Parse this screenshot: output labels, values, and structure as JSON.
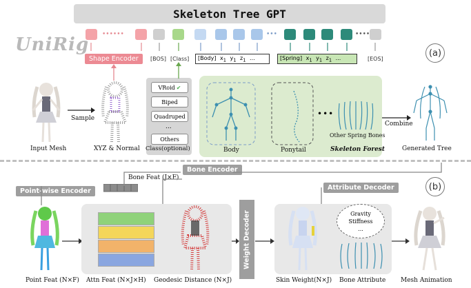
{
  "top": {
    "title": "Skeleton Tree GPT",
    "logo": "UniRig",
    "shape_encoder": "Shape Encoder",
    "bos": "[BOS]",
    "class_token": "[Class]",
    "body_token": "[Body]",
    "body_coords": [
      "x",
      "y",
      "z",
      "..."
    ],
    "spring_token": "[Spring]",
    "spring_coords": [
      "x",
      "y",
      "z",
      "..."
    ],
    "eos": "[EOS]",
    "coord_subscript": "1",
    "label_a": "(a)"
  },
  "row1": {
    "input_mesh": "Input Mesh",
    "sample": "Sample",
    "xyz_normal": "XYZ & Normal",
    "classes": [
      "VRoid",
      "Biped",
      "Quadruped",
      "...",
      "Others"
    ],
    "vroid_check": "✔",
    "class_caption": "Class(optional)",
    "body": "Body",
    "ponytail": "Ponytail",
    "other_spring": "Other Spring Bones",
    "skeleton_forest": "Skeleton Forest",
    "combine": "Combine",
    "generated_tree": "Generated Tree"
  },
  "row2": {
    "bone_encoder": "Bone Encoder",
    "label_b": "(b)",
    "point_wise_encoder": "Point-wise Encoder",
    "bone_feat": "Bone Feat (J×F)",
    "attribute_decoder": "Attribute Decoder",
    "point_feat": "Point Feat (N×F)",
    "attn_feat": "Attn Feat (N×J×H)",
    "geodesic": "Geodesic Distance (N×J)",
    "weight_decoder": "Weight Decoder",
    "skin_weight": "Skin Weight(N×J)",
    "gravity": "Gravity",
    "stiffness": "Stiffness",
    "speech_more": "...",
    "bone_attribute": "Bone Attribute",
    "mesh_animation": "Mesh Animation"
  },
  "colors": {
    "shape_red": "#f4a3a8",
    "class_green": "#a8d88a",
    "body_blue": "#a9c7ea",
    "spring_teal": "#2d8a7a",
    "layer_green": "#8fd27a",
    "layer_yellow": "#f4d65a",
    "layer_orange": "#f2b36a",
    "layer_blue": "#8aa6e0"
  }
}
